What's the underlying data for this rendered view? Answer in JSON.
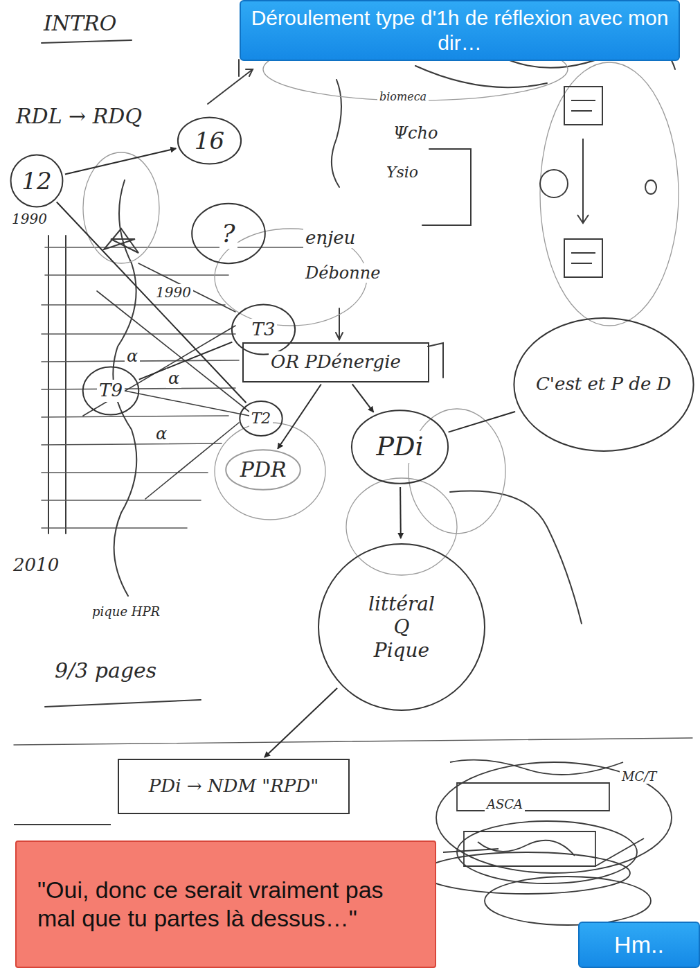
{
  "diagram": {
    "nodes": [
      {
        "text": [
          "Déroulement type d'1h de réflexion avec mon dir…"
        ]
      },
      {
        "text": [
          "16"
        ]
      },
      {
        "text": [
          "12"
        ]
      },
      {
        "text": [
          "?"
        ]
      },
      {
        "text": [
          "T3"
        ]
      },
      {
        "text": [
          "T2"
        ]
      },
      {
        "text": [
          "T9"
        ]
      },
      {
        "text": [
          "OR PDénergie"
        ]
      },
      {
        "text": [
          "PDR"
        ]
      },
      {
        "text": [
          "PDi"
        ]
      },
      {
        "text": [
          "littéral",
          "Q",
          "Pique"
        ]
      },
      {
        "text": [
          "C'est et P de D"
        ]
      },
      {
        "text": [
          "PDi → NDM \"RPD\""
        ]
      },
      {
        "text": [
          "\"Oui, donc ce serait vraiment pas mal que tu partes là dessus…\""
        ]
      },
      {
        "text": [
          "Hm.."
        ]
      }
    ],
    "edges": [
      {
        "from": 2,
        "to": 1,
        "arrow": "to"
      },
      {
        "from": 4,
        "to": 6,
        "arrow": "none"
      },
      {
        "from": 5,
        "to": 2,
        "arrow": "none"
      },
      {
        "from": 7,
        "to": 8,
        "arrow": "to"
      },
      {
        "from": 7,
        "to": 9,
        "arrow": "to"
      },
      {
        "from": 9,
        "to": 10,
        "arrow": "to"
      },
      {
        "from": 10,
        "to": 12,
        "arrow": "to"
      },
      {
        "from": 9,
        "to": 11,
        "arrow": "none"
      }
    ],
    "labels": [
      "INTRO",
      "RDL → RDQ",
      "1990",
      "1990",
      "biomeca",
      "Ψcho",
      "Ysio",
      "enjeu",
      "Débonne",
      "α",
      "α",
      "α",
      "2010",
      "pique HPR",
      "9/3 pages",
      "ASCA",
      "MC/T"
    ]
  }
}
